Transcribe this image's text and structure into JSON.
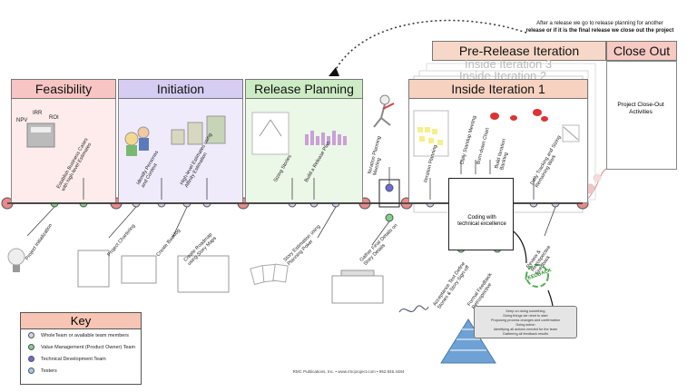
{
  "top_note": {
    "line1": "After a release we go to release planning for another",
    "line2": "release or if it is the final release we close out the project"
  },
  "phases": {
    "feasibility": "Feasibility",
    "initiation": "Initiation",
    "release_planning": "Release Planning",
    "inside_iteration_1": "Inside Iteration 1",
    "inside_iteration_2": "Inside Iteration 2",
    "inside_iteration_3": "Inside Iteration 3",
    "pre_release_iteration": "Pre-Release Iteration",
    "close_out": "Close Out"
  },
  "close_out_text": {
    "line1": "Project Close-Out",
    "line2": "Activities"
  },
  "feasibility": {
    "labels": {
      "npv": "NPV",
      "irr": "IRR",
      "roi": "ROI"
    },
    "activity_above": "Establish Business Cases with high-level Estimates",
    "activity_below": "Project Initialization"
  },
  "initiation": {
    "activity_above_1": "Identify Personas and Context",
    "activity_above_2": "High-level Estimates using Affinity Estimation",
    "activity_below_1": "Project Chartering",
    "activity_below_2": "Create Backlog",
    "activity_below_3": "Create Roadmap using Story Maps"
  },
  "release_planning": {
    "activity_above_1": "Sizing Stories",
    "activity_above_2": "Build a Release Plan",
    "activity_below": "Story Estimation using Planning Poker"
  },
  "iteration_entry": {
    "activity_above": "Iteration Planning Meeting",
    "activity_below": "Gather Final Details on Story Details"
  },
  "inside_iteration": {
    "activity_1": "Iteration Planning",
    "activity_2": "Daily Standup Meeting",
    "activity_3": "Burn-down Chart",
    "activity_4": "Build Iteration Backlog",
    "activity_5": "Daily Tracking and Sizing Remaining Work",
    "coding_line1": "Coding with",
    "coding_line2": "technical excellence",
    "activity_below_1": "Acceptance Test Define Stories & Story Sign-off",
    "activity_below_2": "Formal Feedback Retrospective",
    "activity_below_3": "Review & Retrospective Feedback",
    "feedback_label": "FEEDBACK"
  },
  "retro_box": {
    "line1": "Keep on doing something",
    "line2": "Doing things we need to start",
    "line3": "Proposing process changes and confirmation",
    "line4": "Doing action",
    "line5": "Identifying all actions needed for the team",
    "line6": "Gathering all feedback results"
  },
  "key": {
    "title": "Key",
    "items": [
      {
        "label": "WholeTeam or available team members",
        "color": "#d8d0e8"
      },
      {
        "label": "Value Management (Product Owner) Team",
        "color": "#7fcf8a"
      },
      {
        "label": "Technical Development Team",
        "color": "#6a6ad8"
      },
      {
        "label": "Testers",
        "color": "#a8c8e8"
      }
    ]
  },
  "footer": "RMC Publications, Inc. • www.rmcproject.com • 952.846.4484",
  "colors": {
    "feasibility_head": "#f7c5c3",
    "initiation_head": "#d6cdf2",
    "release_planning_head": "#cdebc5",
    "iteration_head": "#f7d2c0",
    "prerelease_head": "#f7d8c8",
    "closeout_head": "#f7c9c3",
    "timeline_node": "#e88a8a",
    "whole_team": "#d8d0e8",
    "value_mgmt": "#7fcf8a",
    "tech_dev": "#6a6ad8"
  }
}
